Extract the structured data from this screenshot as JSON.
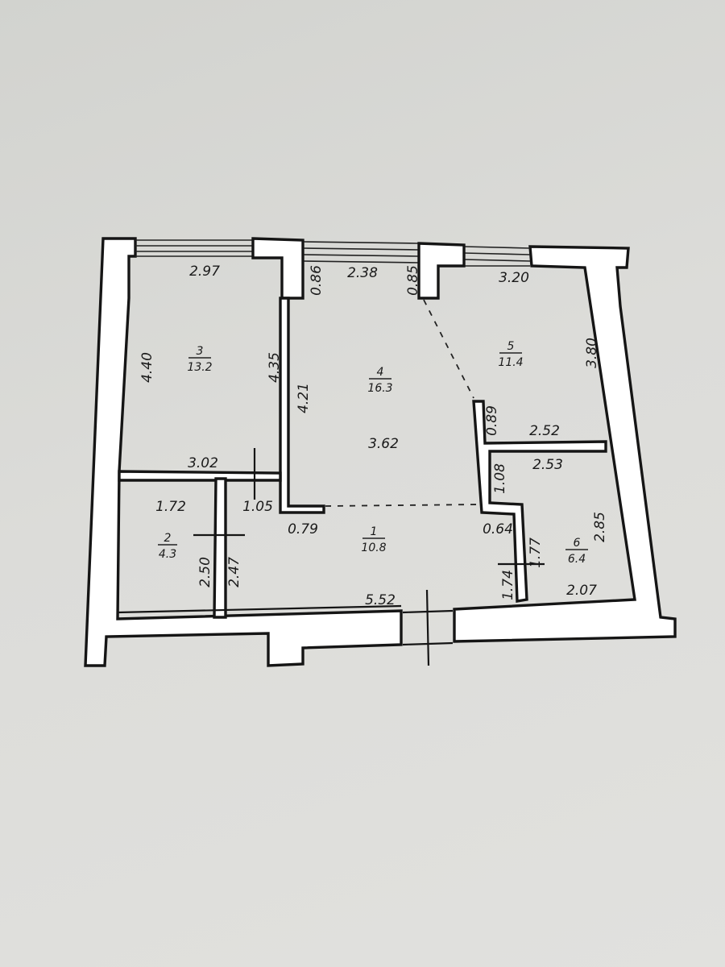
{
  "rooms": [
    {
      "number": "1",
      "area": "10.8"
    },
    {
      "number": "2",
      "area": "4.3"
    },
    {
      "number": "3",
      "area": "13.2"
    },
    {
      "number": "4",
      "area": "16.3"
    },
    {
      "number": "5",
      "area": "11.4"
    },
    {
      "number": "6",
      "area": "6.4"
    }
  ],
  "dimensions": {
    "r3_top": "2.97",
    "r3_left": "4.40",
    "r3_right": "4.35",
    "r3_bottom": "3.02",
    "r4_pier_left": "0.86",
    "r4_top": "2.38",
    "r4_pier_right": "0.85",
    "r4_left": "4.21",
    "r4_middle": "3.62",
    "r5_top": "3.20",
    "r5_right": "3.80",
    "r5_pier": "0.89",
    "r5_bottom": "2.52",
    "r2_top": "1.72",
    "r2_left": "2.50",
    "r2_right": "2.47",
    "r1_top_left": "1.05",
    "r1_pier_left": "0.79",
    "r1_bottom": "5.52",
    "r1_pier_right": "0.64",
    "r1_right_a": "1.77",
    "r1_right_b": "1.74",
    "r6_top": "2.53",
    "r6_left": "1.08",
    "r6_right": "2.85",
    "r6_bottom": "2.07"
  }
}
